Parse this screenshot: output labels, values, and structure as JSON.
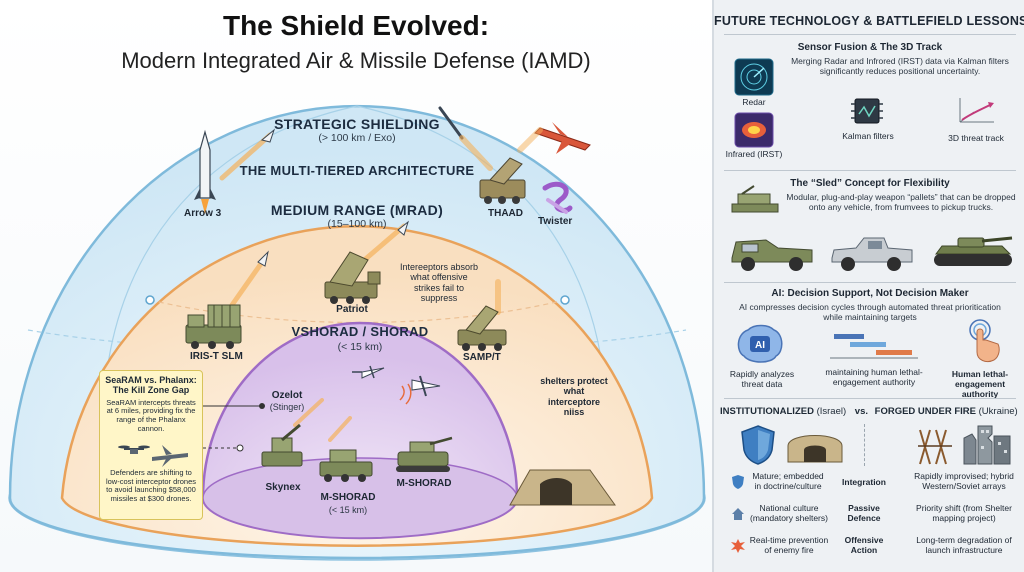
{
  "header": {
    "title": "The Shield Evolved:",
    "subtitle": "Modern Integrated Air & Missile Defense (IAMD)"
  },
  "tiers": {
    "strategic": {
      "name": "STRATEGIC SHIELDING",
      "range": "(> 100 km / Exo)"
    },
    "architecture": "THE MULTI-TIERED ARCHITECTURE",
    "medium": {
      "name": "MEDIUM RANGE (MRAD)",
      "range": "(15–100 km)"
    },
    "vshorad": {
      "name": "VSHORAD / SHORAD",
      "range": "(< 15 km)"
    }
  },
  "systems": {
    "arrow3": "Arrow 3",
    "thaad": "THAAD",
    "twister": "Twister",
    "patriot": "Patriot",
    "iris": "IRIS-T SLM",
    "sampt": "SAMP/T",
    "ozelot": "Ozelot",
    "ozelot_sub": "(Stinger)",
    "skynex": "Skynex",
    "mshorad_a": "M-SHORAD",
    "mshorad_a_sub": "(< 15 km)",
    "mshorad_b": "M-SHORAD"
  },
  "notes": {
    "interceptors": "Intereeptors absorb what offensive strikes fail to suppress",
    "shelters": "shelters protect what interceptore niiss"
  },
  "searam": {
    "head": "SeaRAM vs. Phalanx: The Kill Zone Gap",
    "body": "SeaRAM intercepts threats at 6 miles, providing fix the range of the Phalanx cannon.",
    "drones_text": "Defenders are shifting to low-cost interceptor drones to avoid launching $58,000 missiles at $300 drones."
  },
  "panel": {
    "title": "FUTURE TECHNOLOGY & BATTLEFIELD LESSONS",
    "sensor": {
      "head": "Sensor Fusion & The 3D Track",
      "body": "Merging Radar and Infrored (IRST) data via Kalman filters significantly reduces positional uncertainty.",
      "radar": "Redar",
      "infrared": "Infrared (IRST)",
      "kalman": "Kalman filters",
      "track": "3D threat track"
    },
    "sled": {
      "head": "The “Sled” Concept for Flexibility",
      "body": "Modular, plug-and-play weapon “pallets” that can be dropped onto any vehicle, from frumvees to pickup trucks."
    },
    "ai": {
      "head": "AI: Decision Support, Not Decision Maker",
      "body": "AI compresses decision cycles through automated threat prioritication while maintaining targets",
      "chip": "AI",
      "lab1": "Rapidly analyzes threat data",
      "lab2": "maintaining human lethal-engagement authority",
      "lab3": "Human lethal-engagement authority"
    },
    "compare": {
      "head_left": "INSTITUTIONALIZED",
      "head_left_sub": "(Israel)",
      "vs": "vs.",
      "head_right": "FORGED UNDER FIRE",
      "head_right_sub": "(Ukraine)",
      "rows": [
        {
          "left": "Mature; embedded in doctrine/culture",
          "mid": "Integration",
          "right": "Rapidly improvised; hybrid Western/Soviet arrays"
        },
        {
          "left": "National culture (mandatory shelters)",
          "mid": "Passive Defence",
          "right": "Priority shift (from Shelter mapping project)"
        },
        {
          "left": "Real-time prevention of enemy fire",
          "mid": "Offensive Action",
          "right": "Long-term degradation of launch infrastructure"
        }
      ]
    }
  },
  "colors": {
    "strategic_dome": "#d7ecf7",
    "medium_dome": "#fbe6cf",
    "vshorad_dome": "#e3d2ef",
    "sea_box": "#fff6c8"
  }
}
